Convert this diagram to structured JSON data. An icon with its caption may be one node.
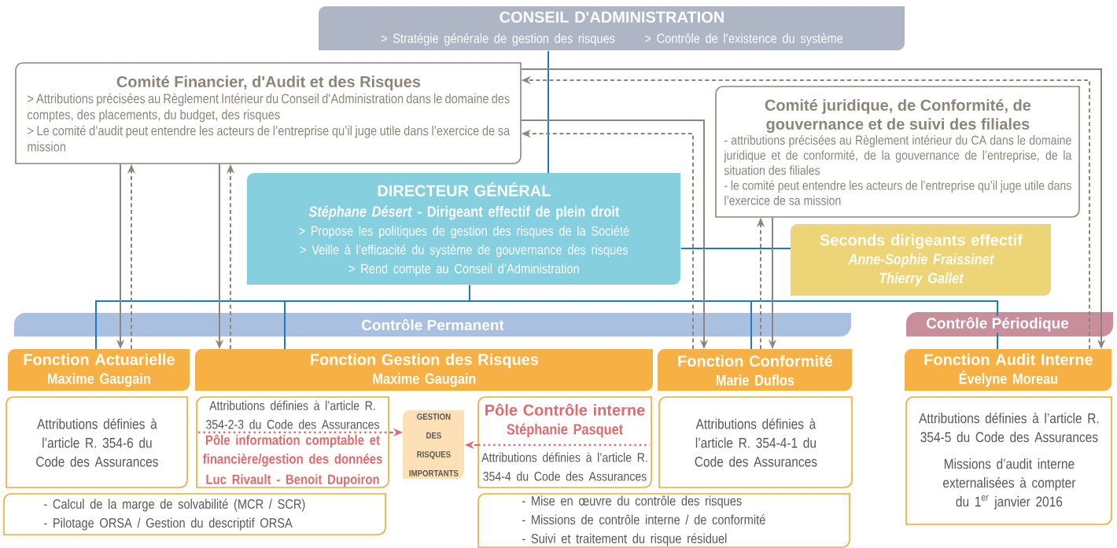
{
  "diagram": {
    "nodes": [
      {
        "text": [
          "CONSEIL D'ADMINISTRATION",
          "> Stratégie générale de gestion des risques",
          "> Contrôle de l'existence du système"
        ]
      },
      {
        "text": [
          "Comité Financier, d'Audit et des Risques",
          "> Attributions précisées au Règlement Intérieur du Conseil d'Administration dans le domaine des comptes, des placements, du budget, des risques",
          "> Le comité d’audit peut entendre les acteurs de l’entreprise qu’il juge utile dans l’exercice de sa mission"
        ]
      },
      {
        "text": [
          "Comité juridique, de Conformité, de gouvernance et de suivi des filiales",
          "- attributions précisées au Règlement intérieur du CA dans le domaine juridique et de conformité, de la gouvernance de l’entreprise, de la situation des filiales",
          "- le comité peut entendre les acteurs de l’entreprise qu’il juge utile dans l’exercice de sa mission"
        ]
      },
      {
        "text": [
          "DIRECTEUR GÉNÉRAL",
          "*Stéphane Désert* - Dirigeant effectif de plein droit",
          "> Propose les politiques de gestion des risques de la Société",
          "> Veille à l’efficacité du système de gouvernance des risques",
          "> Rend compte au Conseil d’Administration"
        ]
      },
      {
        "text": [
          "Seconds dirigeants effectif",
          "Anne-Sophie Fraissinet",
          "Thierry Gallet"
        ]
      },
      {
        "text": [
          "Fonction Actuarielle",
          "Maxime Gaugain"
        ]
      },
      {
        "text": [
          "Fonction Gestion des Risques",
          "Maxime Gaugain"
        ]
      },
      {
        "text": [
          "Fonction Conformité",
          "Marie Duflos"
        ]
      },
      {
        "text": [
          "Fonction Audit Interne",
          "Évelyne Moreau"
        ]
      },
      {
        "text": [
          "Attributions définies à l’article R. 354-6 du Code des Assurances"
        ]
      },
      {
        "text": [
          "Attributions définies à l’article R. 354-2-3 du Code des Assurances",
          "Pôle information comptable et financière/gestion des données",
          "Luc Rivault - Benoit Dupoiron"
        ]
      },
      {
        "text": [
          "GESTION DES RISQUES IMPORTANTS"
        ]
      },
      {
        "text": [
          "Pôle Contrôle interne",
          "Stéphanie Pasquet",
          "Attributions définies à l’article R. 354-4 du Code des Assurances"
        ]
      },
      {
        "text": [
          "Attributions définies à l’article R. 354-4-1 du Code des Assurances"
        ]
      },
      {
        "text": [
          "Attributions définies à l’article R. 354-5 du Code des Assurances",
          "Missions d’audit interne externalisées à compter du 1$^{er}$ janvier 2016"
        ]
      },
      {
        "text": [
          "- Calcul de la marge de solvabilité (MCR / SCR)",
          "- Pilotage ORSA / Gestion du descriptif ORSA"
        ]
      },
      {
        "text": [
          "- Mise en œuvre du contrôle des risques",
          "- Missions de contrôle interne / de conformité",
          "- Suivi et traitement du risque résiduel"
        ]
      }
    ],
    "edges": [
      {
        "from": 0,
        "to": 3,
        "arrow": "none",
        "color": "#1b7bc3"
      },
      {
        "from": 3,
        "to": 4,
        "arrow": "none",
        "color": "#1b7bc3"
      },
      {
        "from": 3,
        "to": 5,
        "arrow": "none",
        "color": "#1b7bc3"
      },
      {
        "from": 3,
        "to": 6,
        "arrow": "none",
        "color": "#1b7bc3"
      },
      {
        "from": 3,
        "to": 7,
        "arrow": "none",
        "color": "#1b7bc3"
      },
      {
        "from": 3,
        "to": 8,
        "arrow": "none",
        "color": "#1b7bc3"
      },
      {
        "from": 1,
        "to": 5,
        "arrow": "to"
      },
      {
        "from": 5,
        "to": 1,
        "arrow": "to",
        "style": "dashed"
      },
      {
        "from": 1,
        "to": 6,
        "arrow": "to"
      },
      {
        "from": 6,
        "to": 1,
        "arrow": "to",
        "style": "dashed"
      },
      {
        "from": 1,
        "to": 7,
        "arrow": "to"
      },
      {
        "from": 7,
        "to": 1,
        "arrow": "to",
        "style": "dashed"
      },
      {
        "from": 2,
        "to": 7,
        "arrow": "to"
      },
      {
        "from": 7,
        "to": 2,
        "arrow": "to",
        "style": "dashed"
      },
      {
        "from": 1,
        "to": 8,
        "arrow": "to"
      },
      {
        "from": 8,
        "to": 1,
        "arrow": "to",
        "style": "dashed"
      },
      {
        "from": 10,
        "to": 11,
        "arrow": "to",
        "style": "dashed",
        "color": "#e06b6b"
      },
      {
        "from": 12,
        "to": 11,
        "arrow": "to",
        "style": "dashed",
        "color": "#e06b6b"
      }
    ],
    "labels": [
      "Contrôle Permanent",
      "Contrôle Périodique"
    ]
  }
}
